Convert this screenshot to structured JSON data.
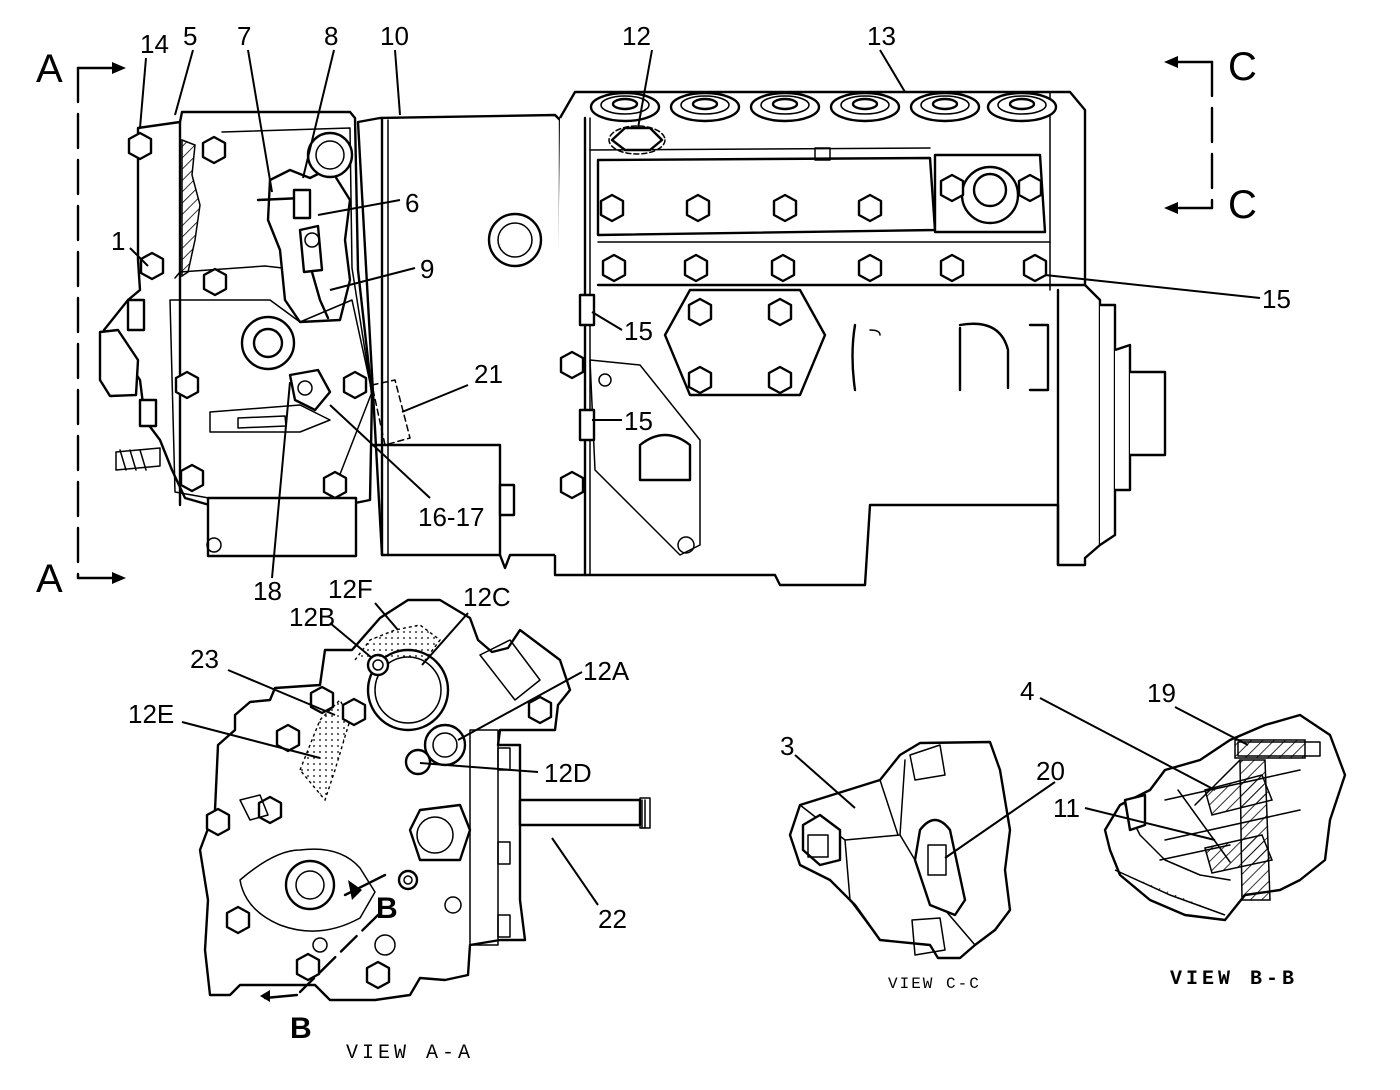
{
  "callouts": {
    "c1": "1",
    "c3": "3",
    "c4": "4",
    "c5": "5",
    "c6": "6",
    "c7": "7",
    "c8": "8",
    "c9": "9",
    "c10": "10",
    "c11": "11",
    "c12": "12",
    "c12a": "12A",
    "c12b": "12B",
    "c12c": "12C",
    "c12d": "12D",
    "c12e": "12E",
    "c12f": "12F",
    "c13": "13",
    "c14": "14",
    "c15a": "15",
    "c15b": "15",
    "c15c": "15",
    "c16_17": "16-17",
    "c18": "18",
    "c19": "19",
    "c20": "20",
    "c21": "21",
    "c22": "22",
    "c23": "23"
  },
  "section_markers": {
    "a_top": "A",
    "a_bottom": "A",
    "c_top": "C",
    "c_bottom": "C",
    "b_upper": "B",
    "b_lower": "B"
  },
  "captions": {
    "view_aa": "VIEW A-A",
    "view_cc": "VIEW C-C",
    "view_bb": "VIEW B-B"
  }
}
